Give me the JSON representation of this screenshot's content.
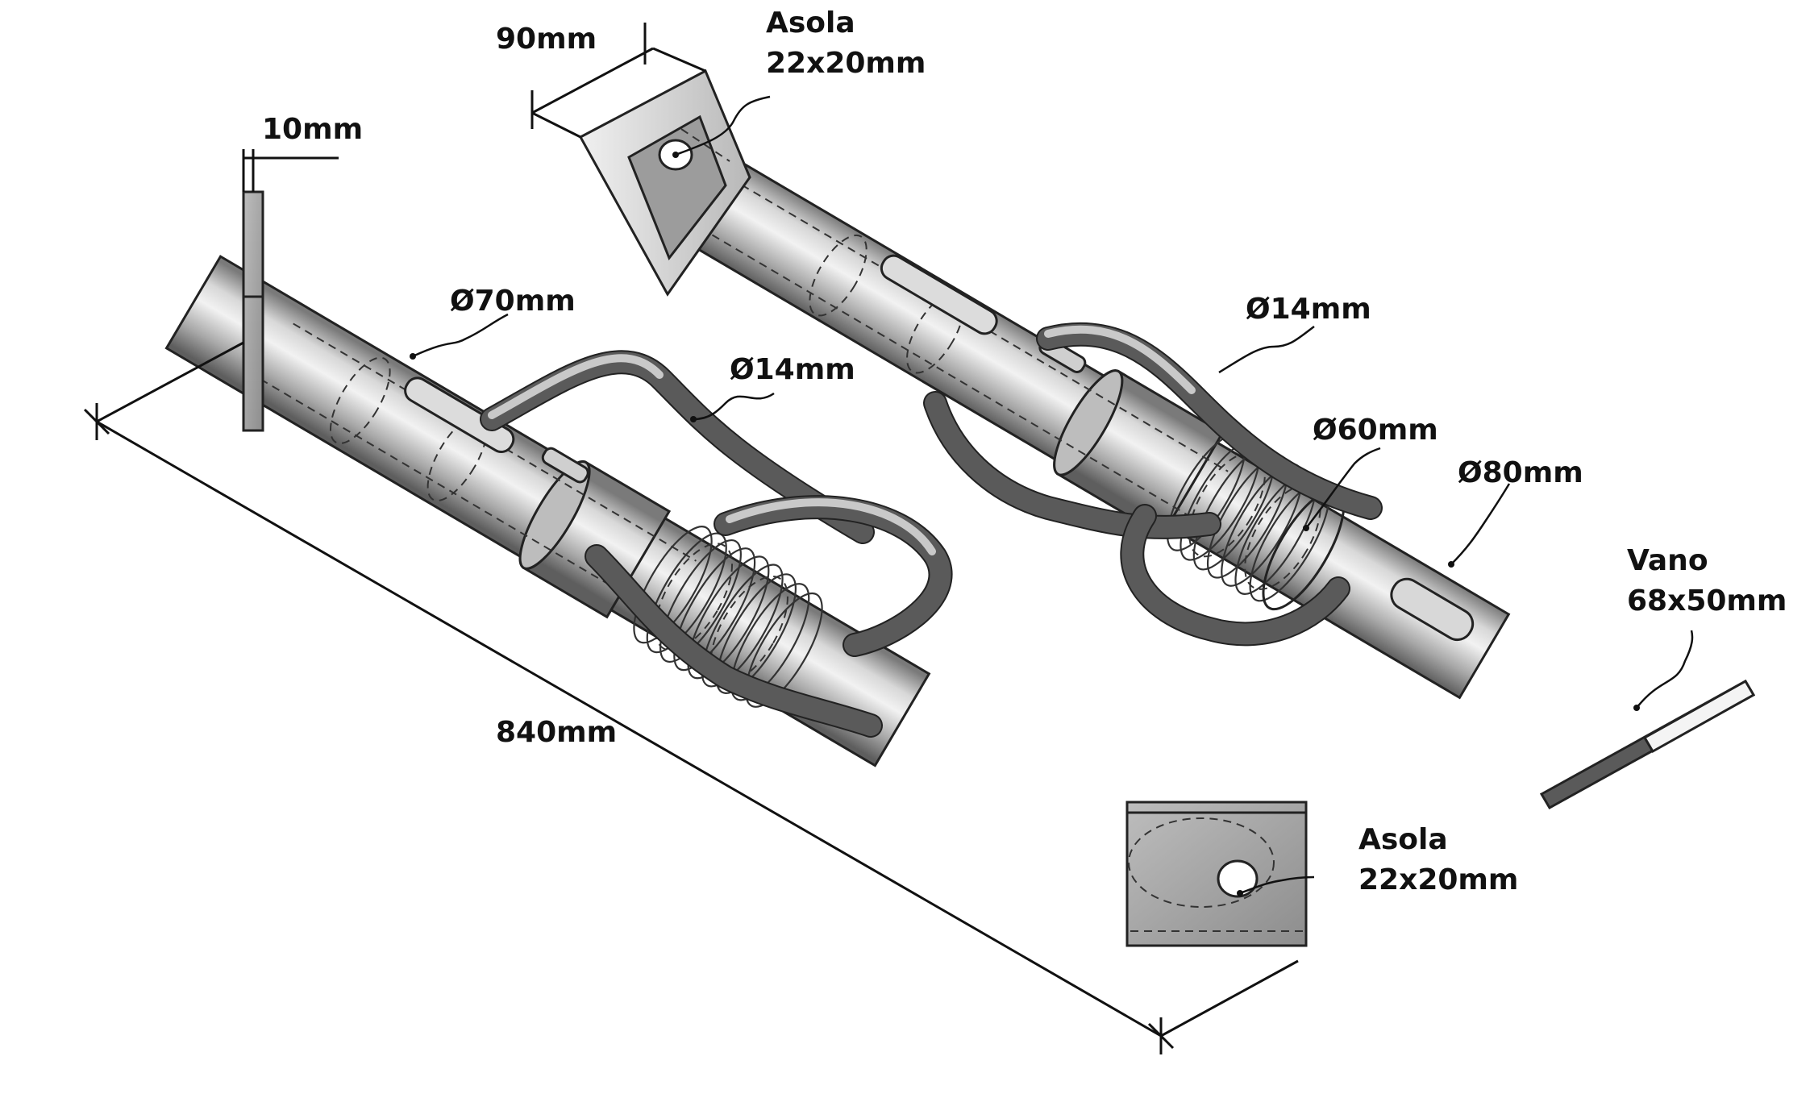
{
  "colors": {
    "background": "#ffffff",
    "steel_dark": "#6a6a6a",
    "steel_mid": "#a9a9a9",
    "steel_light": "#e4e4e4",
    "line": "#111111"
  },
  "labels": {
    "plate_thickness": "10mm",
    "plate_width": "90mm",
    "slot_top_line1": "Asola",
    "slot_top_line2": "22x20mm",
    "tube_diameter": "Ø70mm",
    "rod_left": "Ø14mm",
    "rod_right": "Ø14mm",
    "inner_diameter": "Ø60mm",
    "outer_diameter": "Ø80mm",
    "opening_line1": "Vano",
    "opening_line2": "68x50mm",
    "length": "840mm",
    "slot_bottom_line1": "Asola",
    "slot_bottom_line2": "22x20mm"
  }
}
